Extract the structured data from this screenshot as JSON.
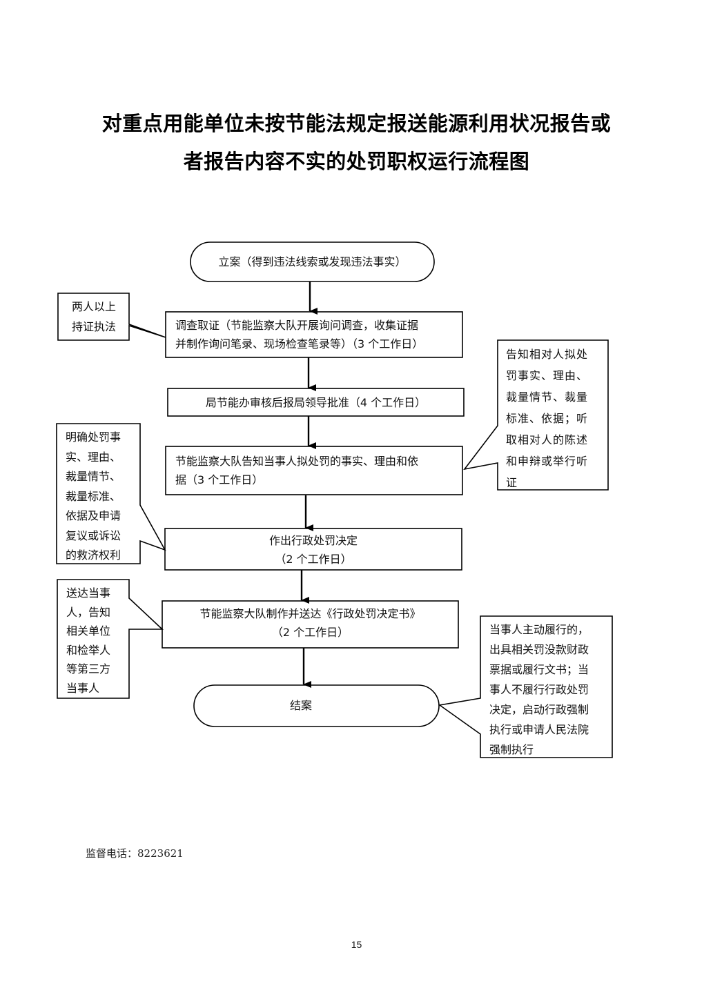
{
  "title": {
    "line1": "对重点用能单位未按节能法规定报送能源利用状况报告或",
    "line2": "者报告内容不实的处罚职权运行流程图"
  },
  "flow": {
    "start": "立案（得到违法线索或发现违法事实）",
    "step1": {
      "line1": "调查取证（节能监察大队开展询问调查，收集证据",
      "line2": "并制作询问笔录、现场检查笔录等）（3 个工作日）"
    },
    "step2": "局节能办审核后报局领导批准（4 个工作日）",
    "step3": {
      "line1": "节能监察大队告知当事人拟处罚的事实、理由和依",
      "line2": "据（3 个工作日）"
    },
    "step4": {
      "line1": "作出行政处罚决定",
      "line2": "（2 个工作日）"
    },
    "step5": {
      "line1": "节能监察大队制作并送达《行政处罚决定书》",
      "line2": "（2 个工作日）"
    },
    "end": "结案"
  },
  "callouts": {
    "investigate_note": [
      "两人以上",
      "持证执法"
    ],
    "notify_note": [
      "告知相对人拟处",
      "罚事实、理由、",
      "裁量情节、裁量",
      "标准、依据；听",
      "取相对人的陈述",
      "和申辩或举行听",
      "证"
    ],
    "decision_note": [
      "明确处罚事",
      "实、理由、",
      "裁量情节、",
      "裁量标准、",
      "依据及申请",
      "复议或诉讼",
      "的救济权利"
    ],
    "delivery_note": [
      "送达当事",
      "人，告知",
      "相关单位",
      "和检举人",
      "等第三方",
      "当事人"
    ],
    "close_note": [
      "当事人主动履行的，",
      "出具相关罚没款财政",
      "票据或履行文书；当",
      "事人不履行行政处罚",
      "决定，启动行政强制",
      "执行或申请人民法院",
      "强制执行"
    ]
  },
  "footer": {
    "label": "监督电话：",
    "phone": "8223621"
  },
  "page_number": "15"
}
